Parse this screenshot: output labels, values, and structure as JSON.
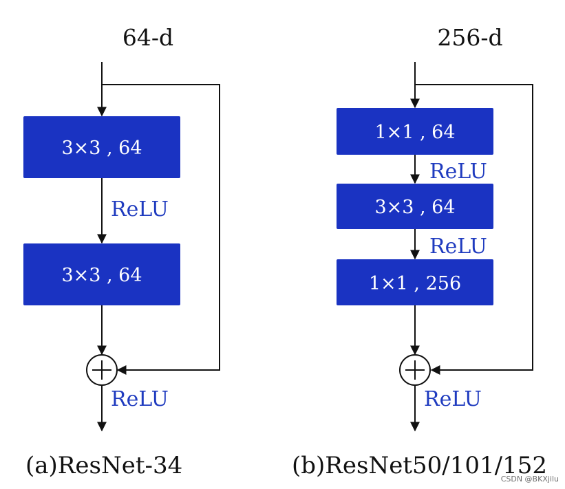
{
  "left": {
    "input_dim": "64-d",
    "blocks": [
      "3×3 , 64",
      "3×3 , 64"
    ],
    "relu_mid": "ReLU",
    "relu_out": "ReLU",
    "caption": "(a)ResNet-34"
  },
  "right": {
    "input_dim": "256-d",
    "blocks": [
      "1×1 , 64",
      "3×3 , 64",
      "1×1 , 256"
    ],
    "relu_1": "ReLU",
    "relu_2": "ReLU",
    "relu_out": "ReLU",
    "caption": "(b)ResNet50/101/152"
  },
  "watermark": "CSDN @BKXjilu",
  "colors": {
    "block_fill": "#1a33c2",
    "relu_text": "#1f3bbf",
    "line": "#111111"
  }
}
